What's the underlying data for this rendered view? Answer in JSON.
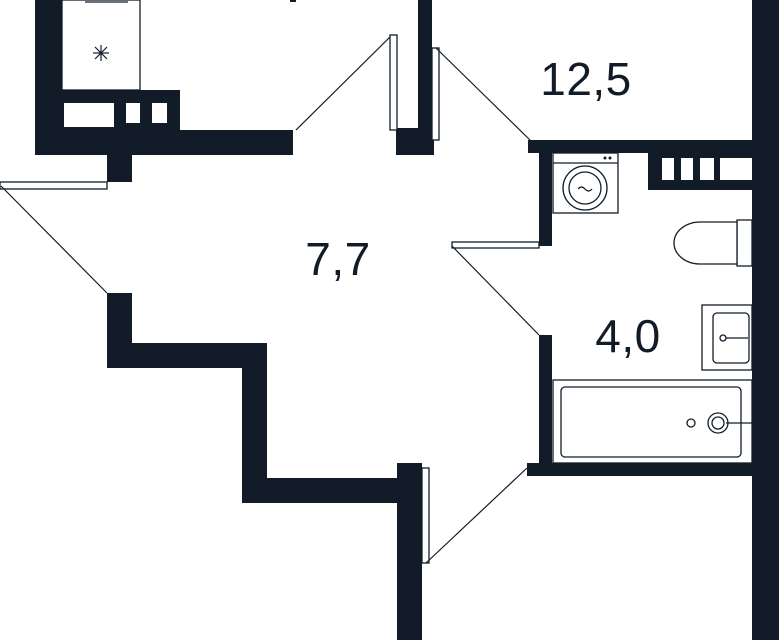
{
  "plan": {
    "rooms": [
      {
        "id": "room",
        "area": "12,5"
      },
      {
        "id": "hall",
        "area": "7,7"
      },
      {
        "id": "bathroom",
        "area": "4,0"
      }
    ],
    "colors": {
      "wall": "#121c28",
      "background": "#ffffff"
    }
  }
}
